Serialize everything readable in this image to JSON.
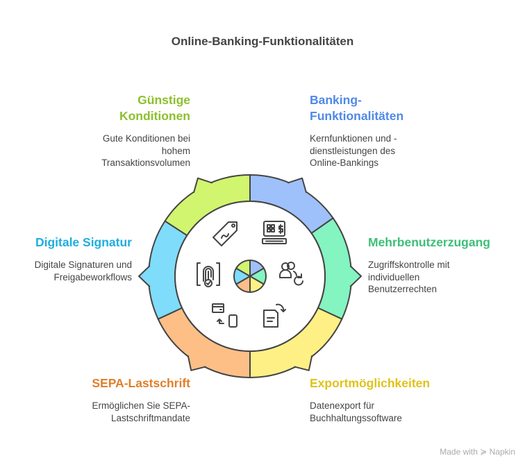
{
  "title": "Online-Banking-Funktionalitäten",
  "items": [
    {
      "heading": "Banking-\nFunktionalitäten",
      "description": "Kernfunktionen und -\ndienstleistungen des\nOnline-Bankings",
      "color": "#9ec1fb",
      "text_color": "#4f89e8",
      "icon": "pos-terminal-icon"
    },
    {
      "heading": "Mehrbenutzerzugang",
      "description": "Zugriffskontrolle mit\nindividuellen\nBenutzerrechten",
      "color": "#84f4c0",
      "text_color": "#3dbf78",
      "icon": "users-refresh-icon"
    },
    {
      "heading": "Exportmöglichkeiten",
      "description": "Datenexport für\nBuchhaltungssoftware",
      "color": "#fef085",
      "text_color": "#e0c21a",
      "icon": "document-export-icon"
    },
    {
      "heading": "SEPA-Lastschrift",
      "description": "Ermöglichen Sie SEPA-\nLastschriftmandate",
      "color": "#fdbf86",
      "text_color": "#e07f2a",
      "icon": "card-to-phone-icon"
    },
    {
      "heading": "Digitale Signatur",
      "description": "Digitale Signaturen und\nFreigabeworkflows",
      "color": "#7fdcfb",
      "text_color": "#1faee0",
      "icon": "fingerprint-icon"
    },
    {
      "heading": "Günstige\nKonditionen",
      "description": "Gute Konditionen bei\nhohem\nTransaktionsvolumen",
      "color": "#d1f56f",
      "text_color": "#8dbf2e",
      "icon": "price-tag-icon"
    }
  ],
  "footer": "Made with ≽ Napkin"
}
